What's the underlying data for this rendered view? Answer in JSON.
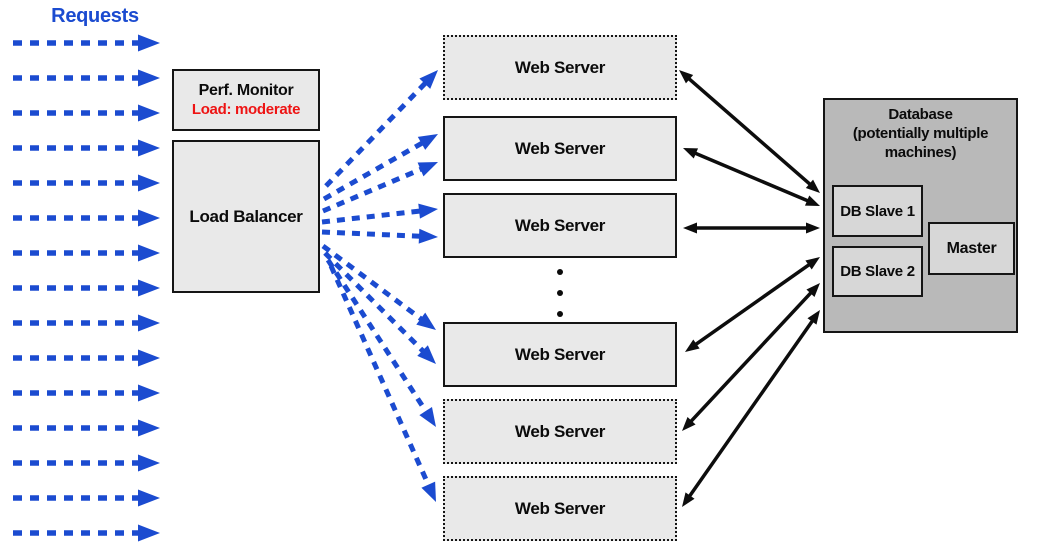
{
  "requests": {
    "label": "Requests"
  },
  "perf_monitor": {
    "title": "Perf. Monitor",
    "load": "Load: moderate"
  },
  "load_balancer": {
    "label": "Load Balancer"
  },
  "web_servers": [
    {
      "label": "Web Server",
      "border": "dotted"
    },
    {
      "label": "Web Server",
      "border": "solid"
    },
    {
      "label": "Web Server",
      "border": "solid"
    },
    {
      "label": "Web Server",
      "border": "solid"
    },
    {
      "label": "Web Server",
      "border": "dotted"
    },
    {
      "label": "Web Server",
      "border": "dotted"
    }
  ],
  "database": {
    "title_lines": [
      "Database",
      "(potentially multiple",
      "machines)"
    ],
    "nodes": [
      {
        "label": "DB Slave 1"
      },
      {
        "label": "DB Slave 2"
      },
      {
        "label": "Master"
      }
    ]
  },
  "colors": {
    "request_blue": "#1b4bd0",
    "alert_red": "#ee1414",
    "box_fill": "#e9e9e9",
    "database_fill": "#b9b9b9",
    "db_node_fill": "#d7d7d7",
    "arrow_black": "#0d0d0d"
  }
}
